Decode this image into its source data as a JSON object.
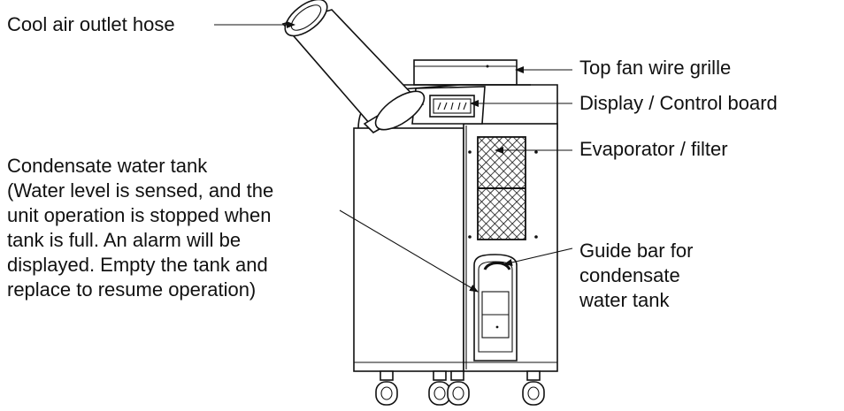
{
  "labels": {
    "hose": "Cool air outlet hose",
    "grille": "Top fan wire grille",
    "display": "Display / Control board",
    "evaporator": "Evaporator / filter",
    "tank_lines": [
      "Condensate water tank",
      "(Water level is sensed, and the",
      "unit operation is stopped when",
      "tank is full. An alarm will be",
      "displayed. Empty the tank and",
      "replace to resume operation)"
    ],
    "guide_lines": [
      "Guide bar for",
      "condensate",
      "water tank"
    ]
  }
}
